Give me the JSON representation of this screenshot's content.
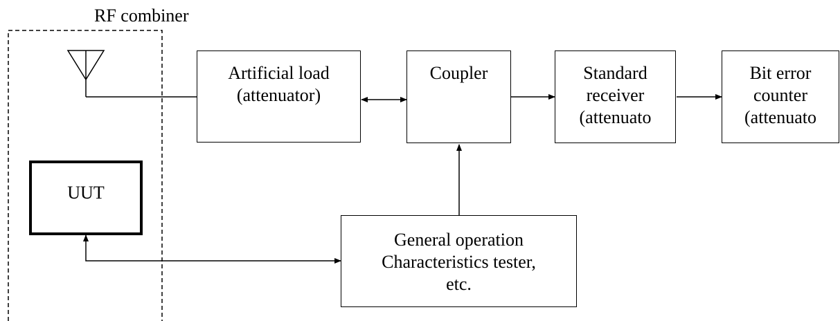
{
  "combiner": {
    "label": "RF combiner"
  },
  "blocks": {
    "uut": {
      "lines": [
        "UUT"
      ]
    },
    "artificial_load": {
      "lines": [
        "Artificial load",
        "(attenuator)"
      ]
    },
    "coupler": {
      "lines": [
        "Coupler"
      ]
    },
    "standard_receiver": {
      "lines": [
        "Standard",
        "receiver",
        "(attenuato"
      ]
    },
    "bit_error_counter": {
      "lines": [
        "Bit error",
        "counter",
        "(attenuato"
      ]
    },
    "general_tester": {
      "lines": [
        "General operation",
        "Characteristics tester,",
        "etc."
      ]
    }
  }
}
